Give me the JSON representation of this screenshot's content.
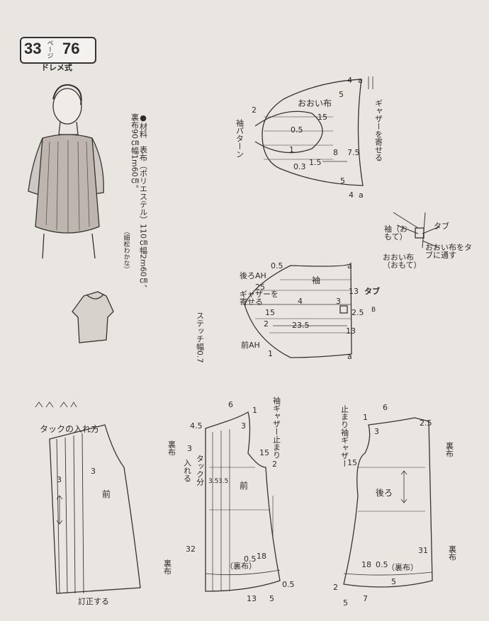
{
  "header": {
    "left_number": "33",
    "page_label": "ページ",
    "right_number": "76",
    "subtitle": "ドレメ式"
  },
  "materials": {
    "col1": "●材料　表布（ポリエステル）110㎝幅2m60㎝、",
    "col2": "裏布90㎝幅1m60㎝。",
    "credit": "（細松わかな）"
  },
  "sleeve_cover": {
    "title": "おおい布",
    "sleeve_pattern_label": "袖パターン",
    "gather_label": "ギャザーを寄せる",
    "m_4a_top": "4",
    "m_a_top": "a",
    "m_5_top": "5",
    "m_15": "15",
    "m_2": "2",
    "m_05": "0.5",
    "m_8": "8",
    "m_75": "7.5",
    "m_1": "1",
    "m_03": "0.3",
    "m_15b": "1.5",
    "m_5_bot": "5",
    "m_4_bot": "4",
    "m_a_bot": "a"
  },
  "tab_note": {
    "tab": "タブ",
    "sleeve_front": "袖（おもて）",
    "cover_front": "おおい布（おもて）",
    "connect": "おおい布をタブに通す"
  },
  "sleeve": {
    "title": "袖",
    "back_ah": "後ろAH",
    "front_ah": "前AH",
    "gather": "ギャザーを寄せる",
    "stitch": "ステッチ幅0.7",
    "tab": "タブ",
    "m_05": "0.5",
    "m_25": "25",
    "m_4": "4",
    "m_15": "15",
    "m_2": "2",
    "m_235": "23.5",
    "m_13a": "13",
    "m_13b": "13",
    "m_3": "3",
    "m_25b": "2.5",
    "m_a_top": "a",
    "m_a_bot": "a",
    "m_1": "1",
    "m_b": "B"
  },
  "tuck_detail": {
    "title": "タックの入れ方",
    "front": "前",
    "m_3a": "3",
    "m_3b": "3",
    "correct": "訂正する"
  },
  "front": {
    "title": "前",
    "m_6": "6",
    "m_1": "1",
    "m_45": "4.5",
    "m_3": "3",
    "m_3b": "3",
    "m_15": "15",
    "m_2": "2",
    "m_32": "32",
    "m_05": "0.5",
    "m_18": "18",
    "m_13": "13",
    "m_5": "5",
    "m_05b": "0.5",
    "m_35": "3.5",
    "m_35b": "3.5",
    "sleeve_gather_stop": "袖ギャザー止まり",
    "lining_top": "裏布",
    "tuck": "タック分",
    "tuck_in": "入れる",
    "lining_bottom": "裏布",
    "lining_hem": "（裏布）"
  },
  "back": {
    "title": "後ろ",
    "m_6": "6",
    "m_1": "1",
    "m_3": "3",
    "m_25": "2.5",
    "m_15": "15",
    "m_31": "31",
    "m_18": "18",
    "m_05": "0.5",
    "m_2": "2",
    "m_5": "5",
    "m_5b": "5",
    "m_7": "7",
    "sleeve_gather_stop": "止まり袖ギャザー",
    "lining_top": "裏布",
    "lining_bottom": "裏布",
    "lining_hem": "（裏布）"
  }
}
